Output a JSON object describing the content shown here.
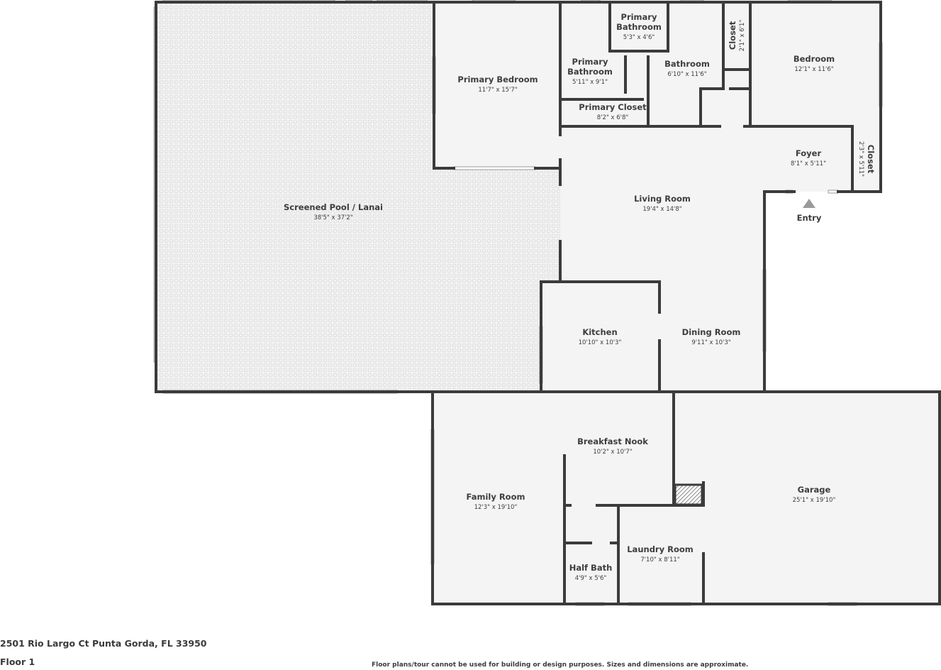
{
  "rooms": {
    "pool": {
      "name": "Screened Pool / Lanai",
      "dims": "38'5\" x 37'2\""
    },
    "primary_bedroom": {
      "name": "Primary Bedroom",
      "dims": "11'7\" x 15'7\""
    },
    "primary_bath_1": {
      "name1": "Primary",
      "name2": "Bathroom",
      "dims": "5'3\" x 4'6\""
    },
    "primary_bath_2": {
      "name1": "Primary",
      "name2": "Bathroom",
      "dims": "5'11\" x 9'1\""
    },
    "primary_closet": {
      "name": "Primary Closet",
      "dims": "8'2\" x 6'8\""
    },
    "bathroom": {
      "name": "Bathroom",
      "dims": "6'10\" x 11'6\""
    },
    "closet_top": {
      "name": "Closet",
      "dims": "2'1\" x 6'1\""
    },
    "bedroom": {
      "name": "Bedroom",
      "dims": "12'1\" x 11'6\""
    },
    "foyer": {
      "name": "Foyer",
      "dims": "8'1\" x 5'11\""
    },
    "closet_right": {
      "name": "Closet",
      "dims": "2'3\" x 5'11\""
    },
    "living_room": {
      "name": "Living Room",
      "dims": "19'4\" x 14'8\""
    },
    "kitchen": {
      "name": "Kitchen",
      "dims": "10'10\" x 10'3\""
    },
    "dining_room": {
      "name": "Dining Room",
      "dims": "9'11\" x 10'3\""
    },
    "breakfast_nook": {
      "name": "Breakfast Nook",
      "dims": "10'2\" x 10'7\""
    },
    "family_room": {
      "name": "Family Room",
      "dims": "12'3\" x 19'10\""
    },
    "garage": {
      "name": "Garage",
      "dims": "25'1\" x 19'10\""
    },
    "laundry_room": {
      "name": "Laundry Room",
      "dims": "7'10\" x 8'11\""
    },
    "half_bath": {
      "name": "Half Bath",
      "dims": "4'9\" x 5'6\""
    }
  },
  "entry_label": "Entry",
  "address": "2501 Rio Largo Ct Punta Gorda, FL 33950",
  "floor_label": "Floor 1",
  "disclaimer": "Floor plans/tour cannot be used for building or design purposes. Sizes and dimensions are approximate."
}
